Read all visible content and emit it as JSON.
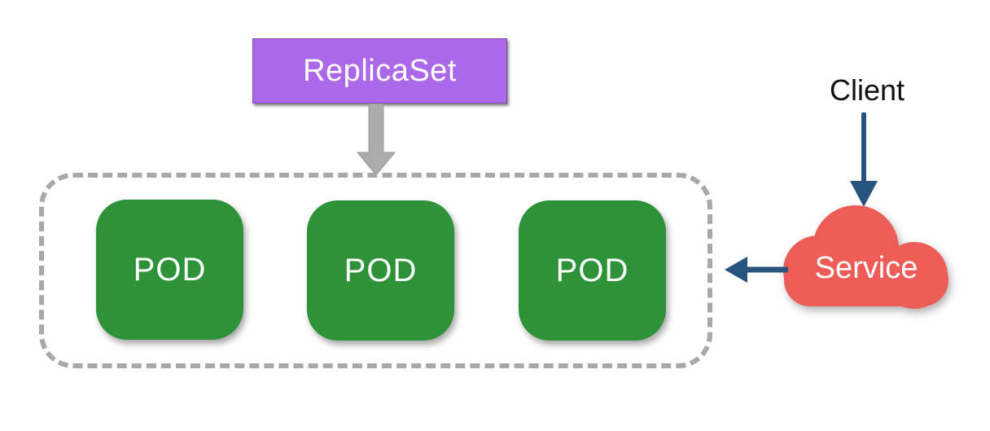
{
  "nodes": {
    "replicaset": {
      "label": "ReplicaSet"
    },
    "pods": [
      {
        "label": "POD"
      },
      {
        "label": "POD"
      },
      {
        "label": "POD"
      }
    ],
    "client": {
      "label": "Client"
    },
    "service": {
      "label": "Service"
    }
  },
  "edges": [
    {
      "from": "replicaset",
      "to": "pods-container",
      "style": "thick-gray-arrow",
      "direction": "down"
    },
    {
      "from": "client",
      "to": "service",
      "style": "sketchy-blue-arrow",
      "direction": "down"
    },
    {
      "from": "service",
      "to": "pods-container",
      "style": "sketchy-blue-arrow",
      "direction": "left"
    }
  ],
  "colors": {
    "replicaset_purple": "#ab68e8",
    "pod_green": "#2e9238",
    "service_coral": "#ee5c58",
    "arrow_blue": "#27547f",
    "arrow_gray": "#ababab",
    "dash_gray": "#a8a8a8",
    "client_text": "#111111",
    "label_white": "#ffffff"
  }
}
